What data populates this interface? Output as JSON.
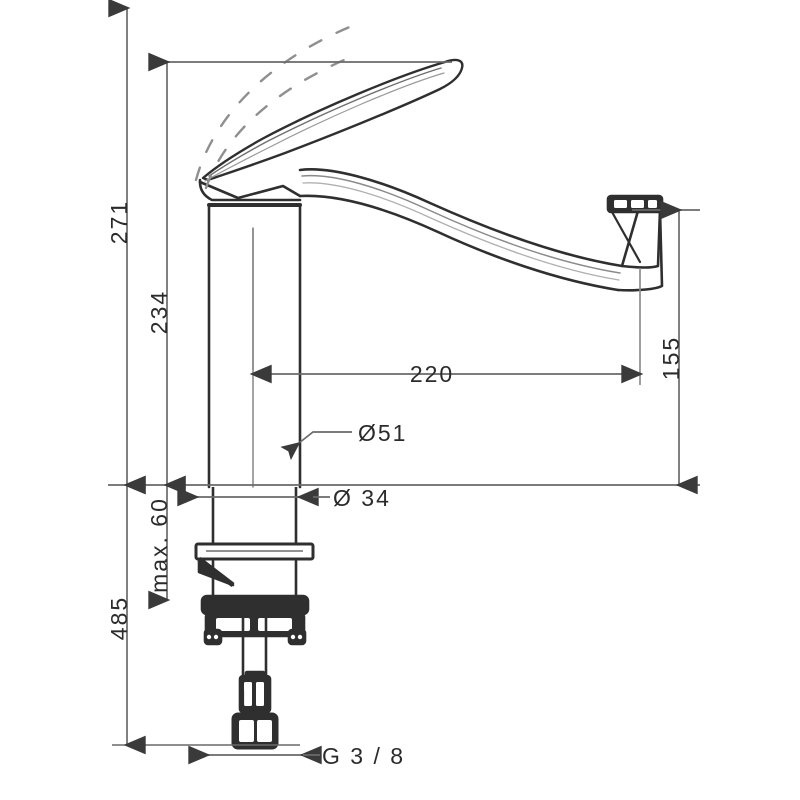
{
  "drawing": {
    "type": "technical-dimension-drawing",
    "subject": "single-lever kitchen mixer tap, side elevation",
    "units": "mm",
    "background_color": "#ffffff",
    "line_color": "#2b2b2b",
    "dimension_color": "#4a4a4a"
  },
  "dimensions": {
    "height_total": "271",
    "height_spout_pivot": "234",
    "height_spout_outlet": "155",
    "reach_horizontal": "220",
    "max_counter_thickness": "max. 60",
    "depth_below_counter": "485",
    "diameter_body": "Ø51",
    "diameter_base": "Ø 34",
    "thread_connection": "G 3 / 8"
  },
  "labels": [
    {
      "id": "h271",
      "text": "271",
      "orientation": "vertical",
      "position": "far-left"
    },
    {
      "id": "h234",
      "text": "234",
      "orientation": "vertical",
      "position": "left-inner"
    },
    {
      "id": "h155",
      "text": "155",
      "orientation": "vertical",
      "position": "far-right"
    },
    {
      "id": "w220",
      "text": "220",
      "orientation": "horizontal",
      "position": "center"
    },
    {
      "id": "d51",
      "text": "Ø51",
      "orientation": "horizontal",
      "position": "center-leader"
    },
    {
      "id": "d34",
      "text": "Ø 34",
      "orientation": "horizontal",
      "position": "center-left"
    },
    {
      "id": "max60",
      "text": "60",
      "orientation": "vertical",
      "position": "left-inner-lower"
    },
    {
      "id": "maxtxt",
      "text": "max.",
      "orientation": "vertical",
      "position": "left-inner-lower"
    },
    {
      "id": "h485",
      "text": "485",
      "orientation": "vertical",
      "position": "far-left-lower"
    },
    {
      "id": "g38",
      "text": "G 3 / 8",
      "orientation": "horizontal",
      "position": "bottom"
    }
  ]
}
